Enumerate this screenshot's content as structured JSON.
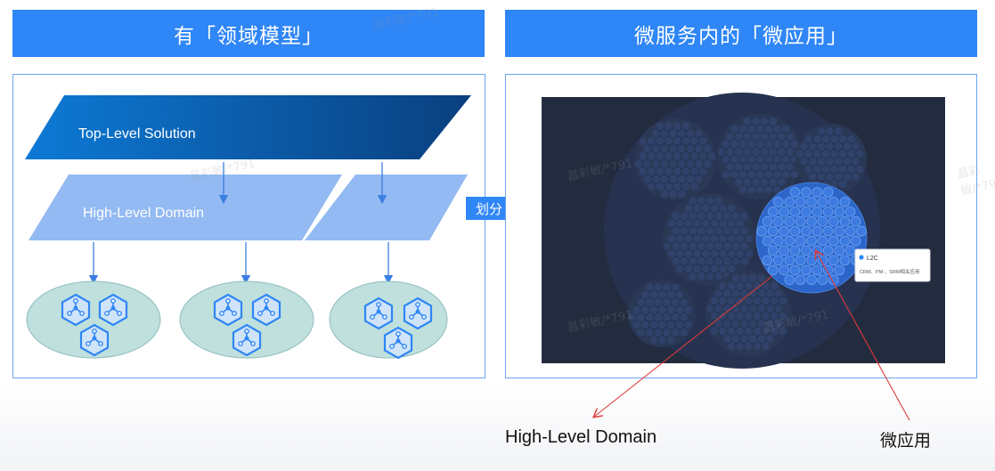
{
  "left_banner": {
    "title": "有「领域模型」"
  },
  "right_banner": {
    "title": "微服务内的「微应用」"
  },
  "left_diagram": {
    "top_level_label": "Top-Level Solution",
    "high_level_label": "High-Level Domain"
  },
  "divider_arrow": {
    "label": "划分"
  },
  "micro_app_map": {
    "tooltip_title": "L2C",
    "tooltip_desc": "CRM、PM 、SRM相关应用"
  },
  "annotations": {
    "high_level_domain": "High-Level Domain",
    "micro_app": "微应用"
  },
  "watermark": "昌彩敏/*791",
  "colors": {
    "banner_blue": "#2f86f6",
    "map_bg": "#232c3f",
    "highlight_blue": "#2b65c9"
  }
}
